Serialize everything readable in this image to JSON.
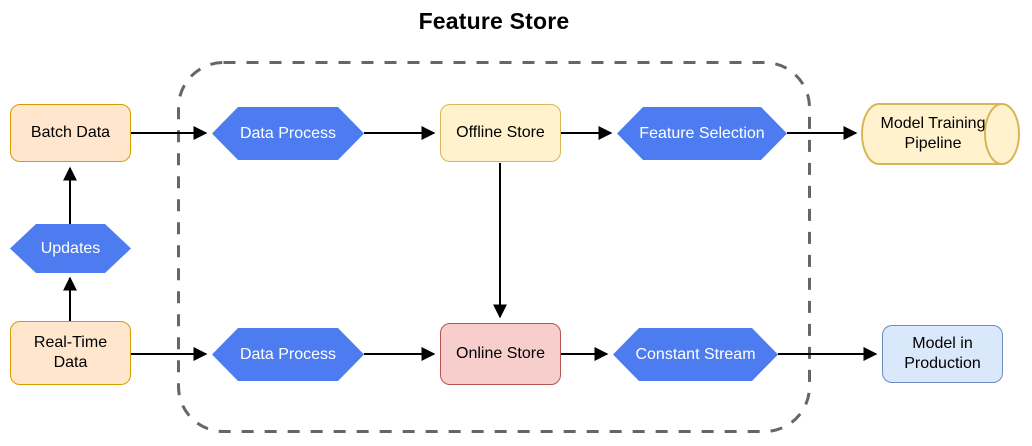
{
  "title": "Feature Store",
  "nodes": {
    "batch_data": {
      "label": "Batch Data",
      "shape": "rounded-rect",
      "fill": "#FFE6CC",
      "stroke": "#D79B00"
    },
    "updates": {
      "label": "Updates",
      "shape": "hexagon",
      "fill": "#4D7CF0",
      "text_color": "#FFFFFF"
    },
    "real_time_data": {
      "label": "Real-Time Data",
      "shape": "rounded-rect",
      "fill": "#FFE6CC",
      "stroke": "#D79B00"
    },
    "data_process_top": {
      "label": "Data Process",
      "shape": "hexagon",
      "fill": "#4D7CF0",
      "text_color": "#FFFFFF"
    },
    "offline_store": {
      "label": "Offline Store",
      "shape": "rounded-rect",
      "fill": "#FFF2CC",
      "stroke": "#D6B656"
    },
    "feature_selection": {
      "label": "Feature Selection",
      "shape": "hexagon",
      "fill": "#4D7CF0",
      "text_color": "#FFFFFF"
    },
    "data_process_bottom": {
      "label": "Data Process",
      "shape": "hexagon",
      "fill": "#4D7CF0",
      "text_color": "#FFFFFF"
    },
    "online_store": {
      "label": "Online Store",
      "shape": "rounded-rect",
      "fill": "#F8CECC",
      "stroke": "#B85450"
    },
    "constant_stream": {
      "label": "Constant Stream",
      "shape": "hexagon",
      "fill": "#4D7CF0",
      "text_color": "#FFFFFF"
    },
    "model_training_pipeline": {
      "label": "Model Training Pipeline",
      "shape": "horizontal-cylinder",
      "fill": "#FFF2CC",
      "stroke": "#D6B656"
    },
    "model_in_production": {
      "label": "Model in Production",
      "shape": "rounded-rect",
      "fill": "#DAE8FC",
      "stroke": "#6C8EBF"
    }
  },
  "boundary": {
    "label": "Feature Store",
    "style": "dashed rounded rectangle",
    "stroke": "#666666"
  },
  "edges": [
    {
      "from": "Batch Data",
      "to": "Data Process (top)"
    },
    {
      "from": "Updates",
      "to": "Batch Data"
    },
    {
      "from": "Real-Time Data",
      "to": "Updates"
    },
    {
      "from": "Real-Time Data",
      "to": "Data Process (bottom)"
    },
    {
      "from": "Data Process (top)",
      "to": "Offline Store"
    },
    {
      "from": "Offline Store",
      "to": "Feature Selection"
    },
    {
      "from": "Feature Selection",
      "to": "Model Training Pipeline"
    },
    {
      "from": "Offline Store",
      "to": "Online Store"
    },
    {
      "from": "Data Process (bottom)",
      "to": "Online Store"
    },
    {
      "from": "Online Store",
      "to": "Constant Stream"
    },
    {
      "from": "Constant Stream",
      "to": "Model in Production"
    }
  ],
  "arrow_color": "#000000"
}
